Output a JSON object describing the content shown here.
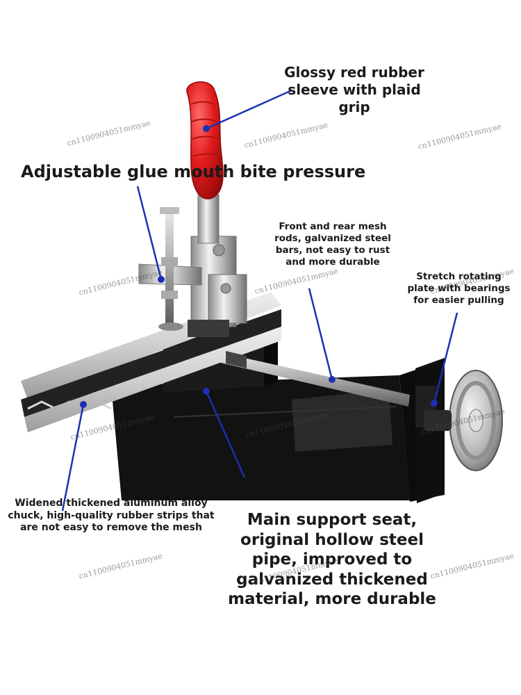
{
  "labels": {
    "grip": "Glossy red rubber sleeve with plaid grip",
    "pressure": "Adjustable glue mouth bite pressure",
    "rods": "Front and rear mesh rods, galvanized steel bars, not easy to rust and more durable",
    "plate": "Stretch rotating plate with bearings for easier pulling",
    "chuck": "Widened thickened aluminum alloy chuck, high-quality rubber strips that are not easy to remove the mesh",
    "seat": "Main support seat, original hollow steel pipe, improved to galvanized thickened material, more durable"
  },
  "watermark": "cn1100904051mmyae",
  "colors": {
    "callout_line": "#1c2fb3",
    "callout_dot": "#1c2fb3",
    "handle_red": "#e01b1b",
    "text": "#1a1a1a",
    "base_black": "#111111",
    "aluminum": "#cfcfcf"
  }
}
